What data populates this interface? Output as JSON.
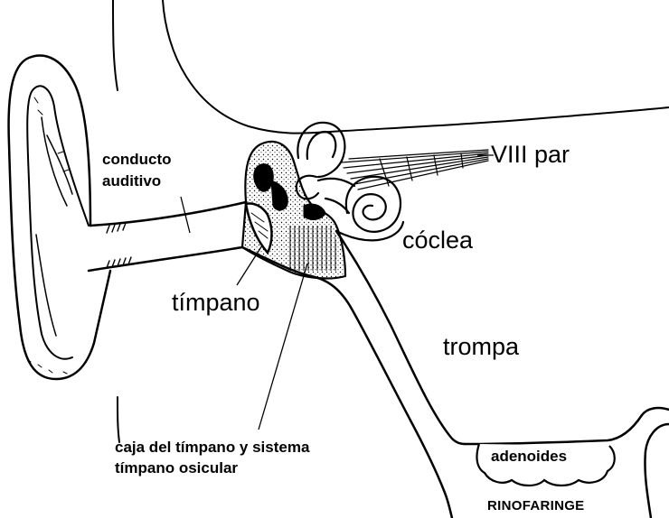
{
  "labels": {
    "conducto_auditivo": "conducto\nauditivo",
    "viii_par": "VIII par",
    "coclea": "cóclea",
    "timpano": "tímpano",
    "trompa": "trompa",
    "caja_del_timpano": "caja del tímpano y sistema\ntímpano osicular",
    "adenoides": "adenoides",
    "rinofaringe": "RINOFARINGE"
  },
  "colors": {
    "ink": "#000000",
    "background": "#ffffff"
  }
}
